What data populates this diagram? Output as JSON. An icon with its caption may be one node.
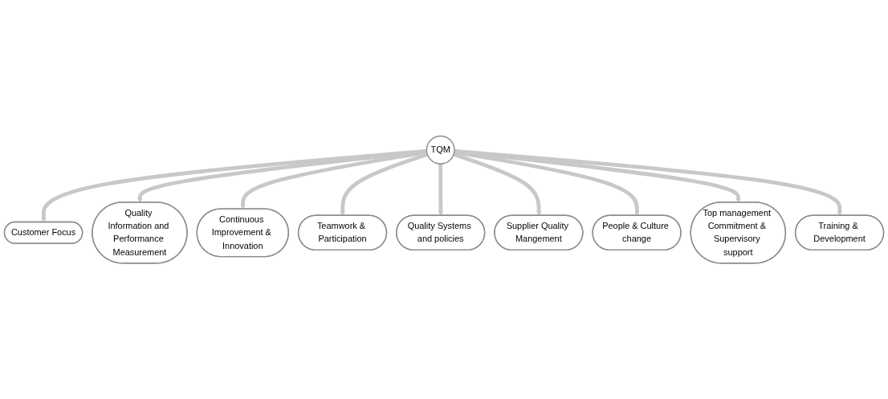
{
  "diagram": {
    "nodes": [
      {
        "text": [
          "TQM"
        ]
      },
      {
        "text": [
          "Customer Focus"
        ]
      },
      {
        "text": [
          "Quality Information and Performance Measurement"
        ]
      },
      {
        "text": [
          "Continuous Improvement & Innovation"
        ]
      },
      {
        "text": [
          "Teamwork & Participation"
        ]
      },
      {
        "text": [
          "Quality Systems and policies"
        ]
      },
      {
        "text": [
          "Supplier Quality Mangement"
        ]
      },
      {
        "text": [
          "People & Culture change"
        ]
      },
      {
        "text": [
          "Top management Commitment & Supervisory support"
        ]
      },
      {
        "text": [
          "Training & Development"
        ]
      }
    ],
    "edges": [
      {
        "from": 0,
        "to": 1,
        "arrow": "to"
      },
      {
        "from": 0,
        "to": 2,
        "arrow": "to"
      },
      {
        "from": 0,
        "to": 3,
        "arrow": "to"
      },
      {
        "from": 0,
        "to": 4,
        "arrow": "to"
      },
      {
        "from": 0,
        "to": 5,
        "arrow": "to"
      },
      {
        "from": 0,
        "to": 6,
        "arrow": "to"
      },
      {
        "from": 0,
        "to": 7,
        "arrow": "to"
      },
      {
        "from": 0,
        "to": 8,
        "arrow": "to"
      },
      {
        "from": 0,
        "to": 9,
        "arrow": "to"
      }
    ]
  }
}
